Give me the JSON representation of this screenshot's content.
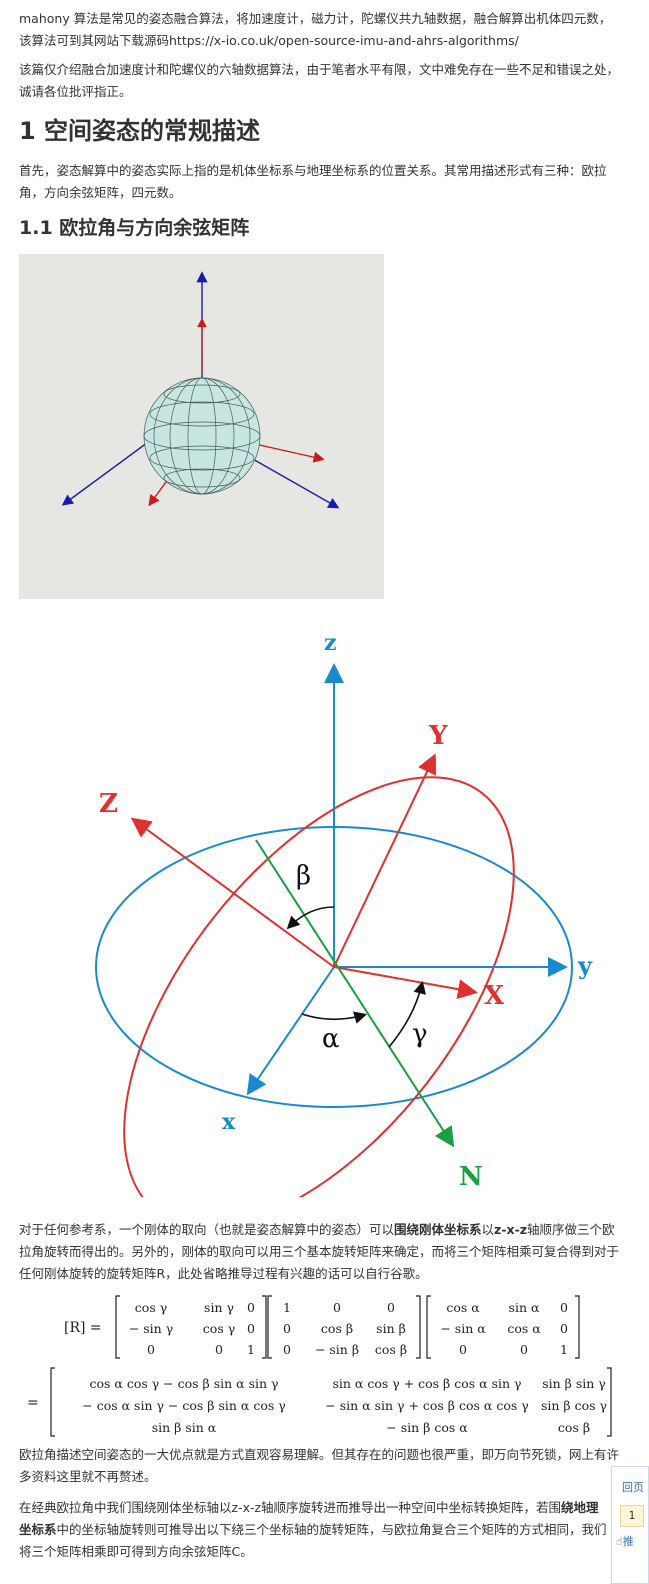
{
  "para1": "mahony 算法是常见的姿态融合算法，将加速度计，磁力计，陀螺仪共九轴数据，融合解算出机体四元数，该算法可到其网站下载源码https://x-io.co.uk/open-source-imu-and-ahrs-algorithms/",
  "para2": "该篇仅介绍融合加速度计和陀螺仪的六轴数据算法，由于笔者水平有限，文中难免存在一些不足和错误之处，诚请各位批评指正。",
  "h1": "1 空间姿态的常规描述",
  "para3": "首先，姿态解算中的姿态实际上指的是机体坐标系与地理坐标系的位置关系。其常用描述形式有三种：欧拉角，方向余弦矩阵，四元数。",
  "h2": "1.1 欧拉角与方向余弦矩阵",
  "euler_labels": {
    "z": "z",
    "Y": "Y",
    "Z": "Z",
    "beta": "β",
    "y": "y",
    "X": "X",
    "alpha": "α",
    "gamma": "γ",
    "x": "x",
    "N": "N"
  },
  "para4_a": "对于任何参考系，一个刚体的取向（也就是姿态解算中的姿态）可以",
  "para4_b": "围绕刚体坐标系",
  "para4_c": "以",
  "para4_d": "z-x-z",
  "para4_e": "轴顺序做三个欧拉角旋转而得出的。另外的，刚体的取向可以用三个基本旋转矩阵来确定，而将三个矩阵相乘可复合得到对于任何刚体旋转的旋转矩阵R，此处省略推导过程有兴趣的话可以自行谷歌。",
  "math": {
    "lhs": "[R] =",
    "m1": [
      [
        "cos γ",
        "sin γ",
        "0"
      ],
      [
        "− sin γ",
        "cos γ",
        "0"
      ],
      [
        "0",
        "0",
        "1"
      ]
    ],
    "m2": [
      [
        "1",
        "0",
        "0"
      ],
      [
        "0",
        "cos β",
        "sin β"
      ],
      [
        "0",
        "− sin β",
        "cos β"
      ]
    ],
    "m3": [
      [
        "cos α",
        "sin α",
        "0"
      ],
      [
        "− sin α",
        "cos α",
        "0"
      ],
      [
        "0",
        "0",
        "1"
      ]
    ],
    "eq": "=",
    "m4": [
      [
        "cos α cos γ − cos β sin α sin γ",
        "sin α cos γ + cos β cos α sin γ",
        "sin β sin γ"
      ],
      [
        "− cos α sin γ − cos β sin α cos γ",
        "− sin α sin γ + cos β cos α cos γ",
        "sin β cos γ"
      ],
      [
        "sin β sin α",
        "− sin β cos α",
        "cos β"
      ]
    ]
  },
  "para5": "欧拉角描述空间姿态的一大优点就是方式直观容易理解。但其存在的问题也很严重，即万向节死锁，网上有许多资料这里就不再赘述。",
  "para6_a": "在经典欧拉角中我们围绕刚体坐标轴以z-x-z轴顺序旋转进而推导出一种空间中坐标转换矩阵，若围",
  "para6_b": "绕地理坐标系",
  "para6_c": "中的坐标轴旋转则可推导出以下绕三个坐标轴的旋转矩阵，与欧拉角复合三个矩阵的方式相同，我们将三个矩阵相乘即可得到方向余弦矩阵C。",
  "side": {
    "back": "回页",
    "num": "1",
    "rec": "推"
  }
}
